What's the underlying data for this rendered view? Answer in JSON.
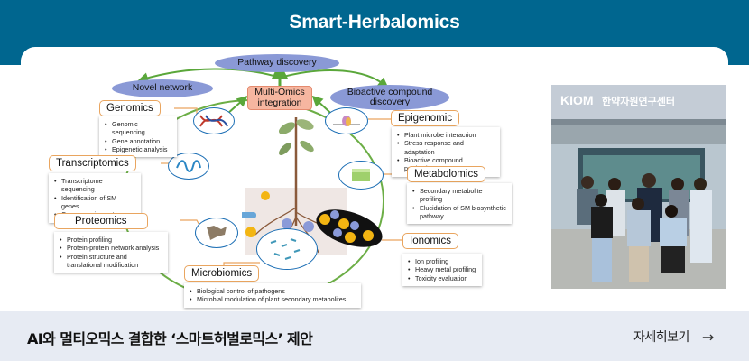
{
  "header": {
    "title": "Smart-Herbalomics"
  },
  "diagram": {
    "outcomes": {
      "pathway": "Pathway discovery",
      "novel_network": "Novel network",
      "bioactive": "Bioactive compound discovery"
    },
    "center": "Multi-Omics integration",
    "omics": [
      {
        "label": "Genomics",
        "items": [
          "Genomic sequencing",
          "Gene annotation",
          "Epigenetic analysis"
        ]
      },
      {
        "label": "Transcriptomics",
        "items": [
          "Transcriptome sequencing",
          "Identification of SM genes",
          "Co-expression network"
        ]
      },
      {
        "label": "Proteomics",
        "items": [
          "Protein profiling",
          "Protein-protein network analysis",
          "Protein structure and translational modification"
        ]
      },
      {
        "label": "Microbiomics",
        "items": [
          "Biological control of pathogens",
          "Microbial modulation of plant secondary metabolites"
        ]
      },
      {
        "label": "Epigenomic",
        "items": [
          "Plant microbe interacrion",
          "Stress response and adaptation",
          "Bioactive compound production"
        ]
      },
      {
        "label": "Metabolomics",
        "items": [
          "Secondary metabolite profiling",
          "Elucidation of SM biosynthetic pathway"
        ]
      },
      {
        "label": "Ionomics",
        "items": [
          "Ion profiling",
          "Heavy metal profiling",
          "Toxicity evaluation"
        ]
      }
    ],
    "ions": [
      "Mg",
      "Fe",
      "Ca",
      "Cu",
      "Zn",
      "As",
      "Sr",
      "K"
    ]
  },
  "photo": {
    "sign_brand": "KIOM",
    "sign_text": "한약자원연구센터"
  },
  "footer": {
    "title": "AI와 멀티오믹스 결합한 ‘스마트허벌로믹스’ 제안",
    "more_label": "자세히보기",
    "more_icon": "arrow-right-icon"
  },
  "colors": {
    "header_bg": "#00668f",
    "footer_bg": "#e7ebf3",
    "ellipse": "#8a99d6",
    "arrow_green": "#5aa73a",
    "node_blue": "#1d6fb5",
    "label_orange": "#e9a55f"
  }
}
